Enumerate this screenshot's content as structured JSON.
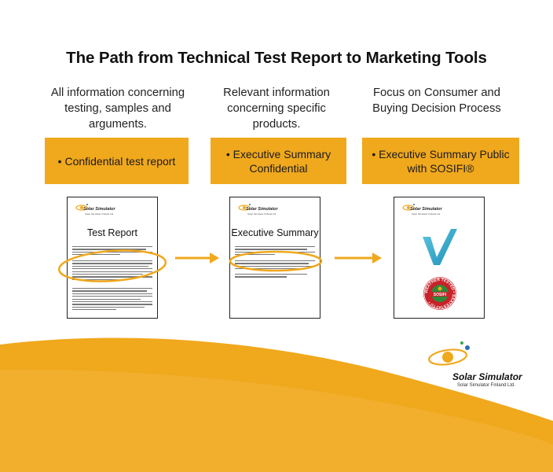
{
  "title": "The Path from Technical Test Report to Marketing Tools",
  "columns": [
    {
      "description": [
        "All information concerning",
        "testing, samples and",
        "arguments."
      ],
      "box": [
        "• Confidential test report"
      ],
      "doc_heading": "Test Report"
    },
    {
      "description": [
        "Relevant information",
        "concerning specific",
        "products."
      ],
      "box": [
        "• Executive Summary",
        "Confidential"
      ],
      "doc_heading": "Executive Summary"
    },
    {
      "description": [
        "Focus on Consumer and",
        "Buying  Decision Process"
      ],
      "box": [
        "• Executive Summary  Public",
        "with SOSIFI®"
      ],
      "doc_heading": ""
    }
  ],
  "seal": {
    "text": "WEATHER TESTED • SAATESTATTU •",
    "label": "SOSIFI"
  },
  "logo": {
    "brand": "Solar Simulator",
    "sub": "Solar Simulator Finland Ltd."
  },
  "colors": {
    "accent_orange": "#f0a81d",
    "highlight_ellipse": "#f0a81d",
    "check_teal": "#2aa6c9",
    "seal_red": "#c8222a",
    "logo_blue": "#2e6db4",
    "logo_green": "#3aa54a"
  },
  "icons": [
    "check-mark-icon",
    "weather-tested-seal-icon",
    "sun-orbit-logo-icon",
    "arrow-right-icon"
  ]
}
